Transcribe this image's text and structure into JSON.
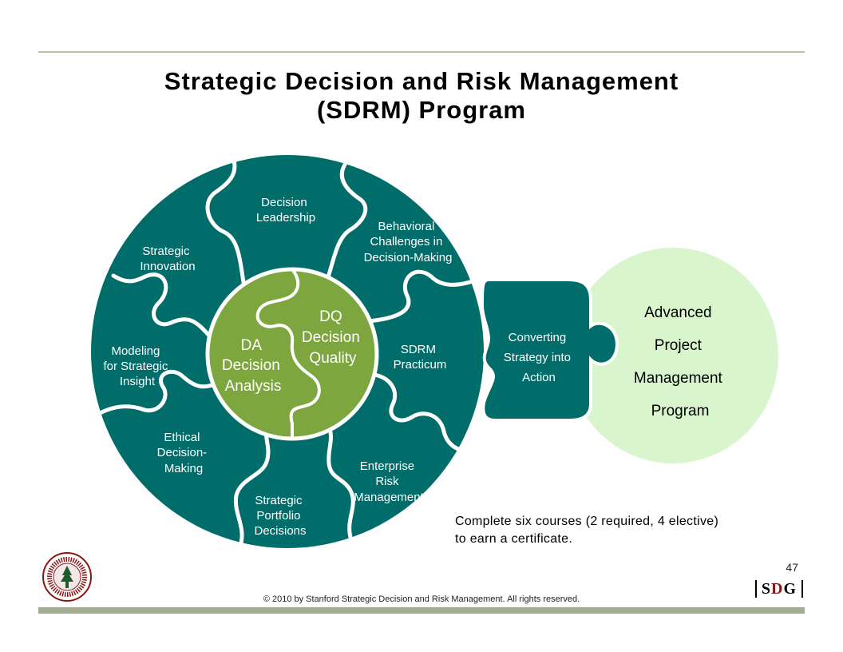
{
  "title": {
    "line1": "Strategic Decision and Risk Management",
    "line2": "(SDRM) Program"
  },
  "colors": {
    "teal": "#006d6b",
    "green": "#7ea63f",
    "light_green": "#d9f5cd",
    "rule": "#a3ad94",
    "seal_red": "#8c1515"
  },
  "pieces": {
    "decision_leadership": [
      "Decision",
      "Leadership"
    ],
    "behavioral": [
      "Behavioral",
      "Challenges in",
      "Decision-Making"
    ],
    "strategic_innovation": [
      "Strategic",
      "Innovation"
    ],
    "modeling": [
      "Modeling",
      "for Strategic",
      "Insight"
    ],
    "sdrm_practicum": [
      "SDRM",
      "Practicum"
    ],
    "ethical": [
      "Ethical",
      "Decision-",
      "Making"
    ],
    "portfolio": [
      "Strategic",
      "Portfolio",
      "Decisions"
    ],
    "erm": [
      "Enterprise",
      "Risk",
      "Management"
    ],
    "converting": [
      "Converting",
      "Strategy into",
      "Action"
    ]
  },
  "core": {
    "da": [
      "DA",
      "Decision",
      "Analysis"
    ],
    "dq": [
      "DQ",
      "Decision",
      "Quality"
    ]
  },
  "advanced": [
    "Advanced",
    "Project",
    "Management",
    "Program"
  ],
  "note": {
    "line1": "Complete six courses (2 required, 4 elective)",
    "line2": "to earn a certificate."
  },
  "page_number": "47",
  "logo": {
    "left": "S",
    "mid": "D",
    "right": "G"
  },
  "copyright": "© 2010 by Stanford Strategic Decision and Risk Management. All rights reserved."
}
